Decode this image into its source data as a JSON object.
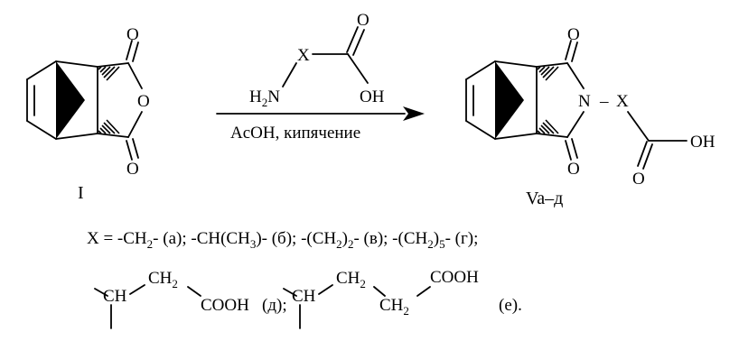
{
  "reagent": {
    "x_label": "X",
    "h": "H",
    "h_sub": "2",
    "n": "N",
    "o_top": "O",
    "oh": "OH",
    "arrow_conditions": "AcOH, кипячение"
  },
  "anhydride": {
    "o_top": "O",
    "o_ring": "O",
    "o_bottom": "O",
    "label": "I"
  },
  "imide": {
    "o_top": "O",
    "n": "N",
    "dash": "–",
    "x_label": "X",
    "o_bottom": "O",
    "o_acid": "O",
    "oh": "OH",
    "label": "Va–д"
  },
  "substituents": {
    "p1": "X = -CH",
    "s1": "2",
    "p2": "- (а); -CH(CH",
    "s2": "3",
    "p3": ")- (б); -(CH",
    "s3": "2",
    "p4": ")",
    "s4": "2",
    "p5": "- (в); -(CH",
    "s5": "2",
    "p6": ")",
    "s6": "5",
    "p7": "- (г);"
  },
  "option_d": {
    "ch": "CH",
    "ch2": "CH",
    "ch2_sub": "2",
    "cooh": "COOH",
    "tag": "(д);"
  },
  "option_e": {
    "ch": "CH",
    "ch2_a": "CH",
    "ch2_a_sub": "2",
    "ch2_b": "CH",
    "ch2_b_sub": "2",
    "cooh": "COOH",
    "tag": "(е)."
  }
}
